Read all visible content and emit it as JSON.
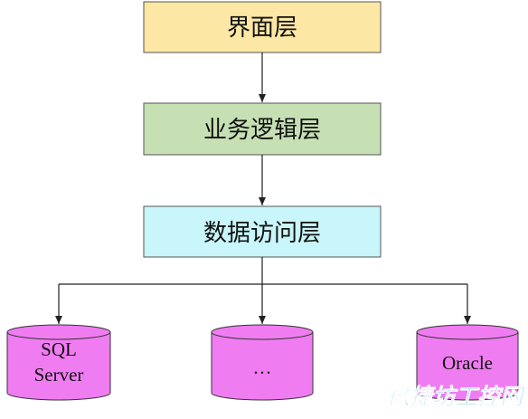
{
  "layers": {
    "ui": {
      "label": "界面层",
      "fill": "#FCE7A4"
    },
    "business": {
      "label": "业务逻辑层",
      "fill": "#C6E0B4"
    },
    "data_access": {
      "label": "数据访问层",
      "fill": "#C9F6FA"
    }
  },
  "databases": {
    "sql_server": {
      "label_line1": "SQL",
      "label_line2": "Server",
      "fill": "#F07CF2"
    },
    "other": {
      "label": "…",
      "fill": "#F07CF2"
    },
    "oracle": {
      "label": "Oracle",
      "fill": "#F07CF2"
    }
  },
  "watermark": {
    "text": "微捷坊工控网",
    "color": "#4AB3E8"
  },
  "colors": {
    "stroke": "#333333",
    "connector": "#222222"
  }
}
